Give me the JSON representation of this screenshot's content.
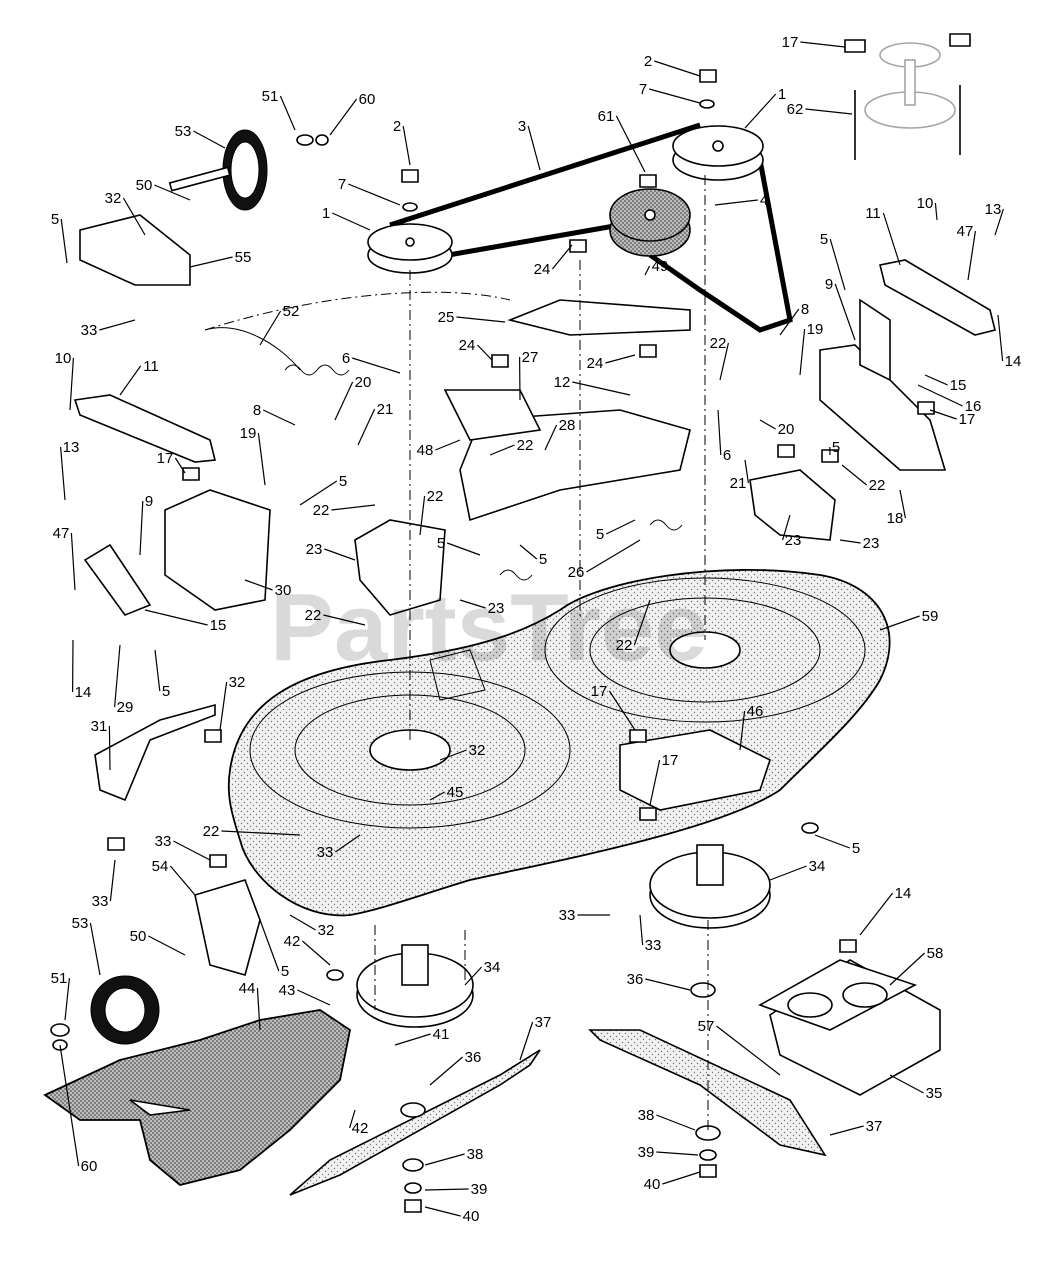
{
  "watermark": "PartsTree",
  "callouts": [
    {
      "id": "c17a",
      "label": "17"
    },
    {
      "id": "c2a",
      "label": "2"
    },
    {
      "id": "c7a",
      "label": "7"
    },
    {
      "id": "c1a",
      "label": "1"
    },
    {
      "id": "c62",
      "label": "62"
    },
    {
      "id": "c51a",
      "label": "51"
    },
    {
      "id": "c60a",
      "label": "60"
    },
    {
      "id": "c53a",
      "label": "53"
    },
    {
      "id": "c2b",
      "label": "2"
    },
    {
      "id": "c3",
      "label": "3"
    },
    {
      "id": "c61",
      "label": "61"
    },
    {
      "id": "c4",
      "label": "4"
    },
    {
      "id": "c50a",
      "label": "50"
    },
    {
      "id": "c7b",
      "label": "7"
    },
    {
      "id": "c1b",
      "label": "1"
    },
    {
      "id": "c32a",
      "label": "32"
    },
    {
      "id": "c5a",
      "label": "5"
    },
    {
      "id": "c55",
      "label": "55"
    },
    {
      "id": "c10a",
      "label": "10"
    },
    {
      "id": "c11a",
      "label": "11"
    },
    {
      "id": "c13a",
      "label": "13"
    },
    {
      "id": "c47a",
      "label": "47"
    },
    {
      "id": "c5b",
      "label": "5"
    },
    {
      "id": "c24a",
      "label": "24"
    },
    {
      "id": "c49",
      "label": "49"
    },
    {
      "id": "c9a",
      "label": "9"
    },
    {
      "id": "c14a",
      "label": "14"
    },
    {
      "id": "c33a",
      "label": "33"
    },
    {
      "id": "c52",
      "label": "52"
    },
    {
      "id": "c25",
      "label": "25"
    },
    {
      "id": "c8a",
      "label": "8"
    },
    {
      "id": "c19a",
      "label": "19"
    },
    {
      "id": "c22a",
      "label": "22"
    },
    {
      "id": "c24b",
      "label": "24"
    },
    {
      "id": "c24c",
      "label": "24"
    },
    {
      "id": "c27",
      "label": "27"
    },
    {
      "id": "c6a",
      "label": "6"
    },
    {
      "id": "c10b",
      "label": "10"
    },
    {
      "id": "c11b",
      "label": "11"
    },
    {
      "id": "c20a",
      "label": "20"
    },
    {
      "id": "c12",
      "label": "12"
    },
    {
      "id": "c15a",
      "label": "15"
    },
    {
      "id": "c16",
      "label": "16"
    },
    {
      "id": "c21a",
      "label": "21"
    },
    {
      "id": "c8b",
      "label": "8"
    },
    {
      "id": "c48",
      "label": "48"
    },
    {
      "id": "c28",
      "label": "28"
    },
    {
      "id": "c22b",
      "label": "22"
    },
    {
      "id": "c6b",
      "label": "6"
    },
    {
      "id": "c20b",
      "label": "20"
    },
    {
      "id": "c17b",
      "label": "17"
    },
    {
      "id": "c19b",
      "label": "19"
    },
    {
      "id": "c13b",
      "label": "13"
    },
    {
      "id": "c17c",
      "label": "17"
    },
    {
      "id": "c5c",
      "label": "5"
    },
    {
      "id": "c21b",
      "label": "21"
    },
    {
      "id": "c5d",
      "label": "5"
    },
    {
      "id": "c22c",
      "label": "22"
    },
    {
      "id": "c18",
      "label": "18"
    },
    {
      "id": "c9b",
      "label": "9"
    },
    {
      "id": "c22d",
      "label": "22"
    },
    {
      "id": "c22e",
      "label": "22"
    },
    {
      "id": "c47b",
      "label": "47"
    },
    {
      "id": "c5e",
      "label": "5"
    },
    {
      "id": "c5f",
      "label": "5"
    },
    {
      "id": "c23a",
      "label": "23"
    },
    {
      "id": "c23b",
      "label": "23"
    },
    {
      "id": "c5g",
      "label": "5"
    },
    {
      "id": "c30",
      "label": "30"
    },
    {
      "id": "c26",
      "label": "26"
    },
    {
      "id": "c23c",
      "label": "23"
    },
    {
      "id": "c23d",
      "label": "23"
    },
    {
      "id": "c22f",
      "label": "22"
    },
    {
      "id": "c15b",
      "label": "15"
    },
    {
      "id": "c59",
      "label": "59"
    },
    {
      "id": "c22g",
      "label": "22"
    },
    {
      "id": "c14b",
      "label": "14"
    },
    {
      "id": "c29",
      "label": "29"
    },
    {
      "id": "c5h",
      "label": "5"
    },
    {
      "id": "c32b",
      "label": "32"
    },
    {
      "id": "c17d",
      "label": "17"
    },
    {
      "id": "c46",
      "label": "46"
    },
    {
      "id": "c31",
      "label": "31"
    },
    {
      "id": "c32c",
      "label": "32"
    },
    {
      "id": "c17e",
      "label": "17"
    },
    {
      "id": "c45",
      "label": "45"
    },
    {
      "id": "c22h",
      "label": "22"
    },
    {
      "id": "c33b",
      "label": "33"
    },
    {
      "id": "c33c",
      "label": "33"
    },
    {
      "id": "c5i",
      "label": "5"
    },
    {
      "id": "c34a",
      "label": "34"
    },
    {
      "id": "c33d",
      "label": "33"
    },
    {
      "id": "c54",
      "label": "54"
    },
    {
      "id": "c32d",
      "label": "32"
    },
    {
      "id": "c33e",
      "label": "33"
    },
    {
      "id": "c33f",
      "label": "33"
    },
    {
      "id": "c14c",
      "label": "14"
    },
    {
      "id": "c53b",
      "label": "53"
    },
    {
      "id": "c50b",
      "label": "50"
    },
    {
      "id": "c42a",
      "label": "42"
    },
    {
      "id": "c5j",
      "label": "5"
    },
    {
      "id": "c58",
      "label": "58"
    },
    {
      "id": "c43",
      "label": "43"
    },
    {
      "id": "c34b",
      "label": "34"
    },
    {
      "id": "c36a",
      "label": "36"
    },
    {
      "id": "c51b",
      "label": "51"
    },
    {
      "id": "c44",
      "label": "44"
    },
    {
      "id": "c37a",
      "label": "37"
    },
    {
      "id": "c41",
      "label": "41"
    },
    {
      "id": "c57",
      "label": "57"
    },
    {
      "id": "c36b",
      "label": "36"
    },
    {
      "id": "c35",
      "label": "35"
    },
    {
      "id": "c42b",
      "label": "42"
    },
    {
      "id": "c37b",
      "label": "37"
    },
    {
      "id": "c38a",
      "label": "38"
    },
    {
      "id": "c60b",
      "label": "60"
    },
    {
      "id": "c38b",
      "label": "38"
    },
    {
      "id": "c39a",
      "label": "39"
    },
    {
      "id": "c39b",
      "label": "39"
    },
    {
      "id": "c40a",
      "label": "40"
    },
    {
      "id": "c40b",
      "label": "40"
    }
  ]
}
